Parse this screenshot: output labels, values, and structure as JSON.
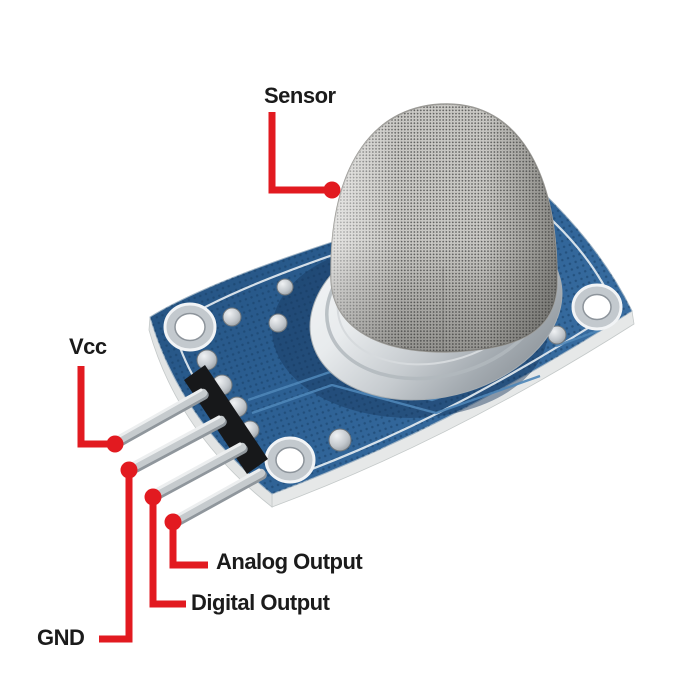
{
  "figure": {
    "component": "gas-sensor-module",
    "background": "#ffffff"
  },
  "annotations": {
    "sensor": {
      "label": "Sensor"
    },
    "vcc": {
      "label": "Vcc"
    },
    "gnd": {
      "label": "GND"
    },
    "digital_output": {
      "label": "Digital Output"
    },
    "analog_output": {
      "label": "Analog Output"
    }
  },
  "colors": {
    "annotation_red": "#e21a20",
    "label_text": "#1b1b1b",
    "pcb_blue": "#2b5e91",
    "pcb_blue_dark": "#224e7b",
    "pcb_blue_light": "#3a6fa3",
    "mesh_base": "#cdccc8",
    "metal_light": "#f4f6f7",
    "metal_dark": "#8a9197",
    "pin_silver": "#c6cbce",
    "background": "#ffffff"
  }
}
